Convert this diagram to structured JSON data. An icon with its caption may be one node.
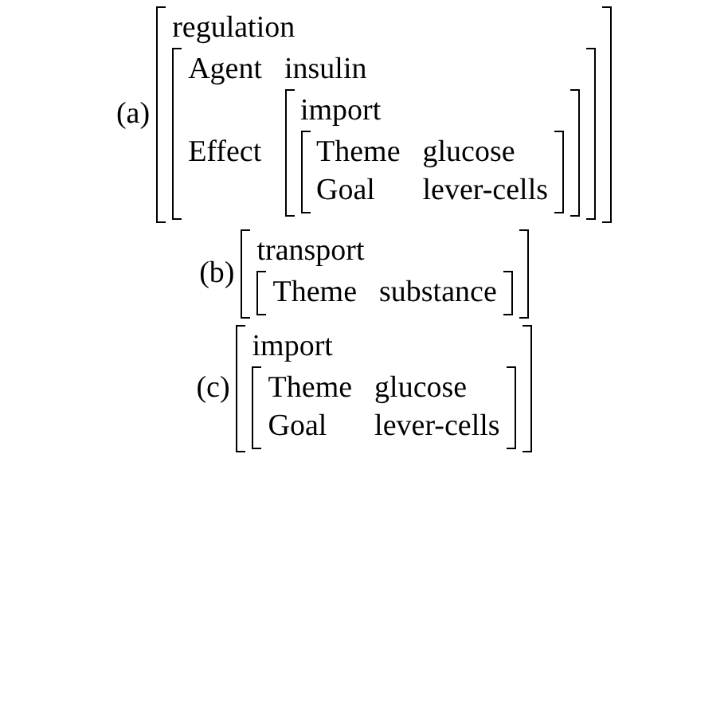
{
  "diagram": {
    "nodes": [
      {
        "text": [
          "regulation"
        ],
        "beside": [
          "(a)"
        ]
      },
      {
        "text": [
          "Agent",
          "insulin",
          "Effect"
        ],
        "in": 0
      },
      {
        "text": [
          "import"
        ],
        "in": 1
      },
      {
        "text": [
          "Theme",
          "glucose",
          "Goal",
          "lever-cells"
        ],
        "in": 2
      },
      {
        "text": [
          "transport"
        ],
        "beside": [
          "(b)"
        ]
      },
      {
        "text": [
          "Theme",
          "substance"
        ],
        "in": 4
      },
      {
        "text": [
          "import"
        ],
        "beside": [
          "(c)"
        ]
      },
      {
        "text": [
          "Theme",
          "glucose",
          "Goal",
          "lever-cells"
        ],
        "in": 6
      }
    ]
  }
}
